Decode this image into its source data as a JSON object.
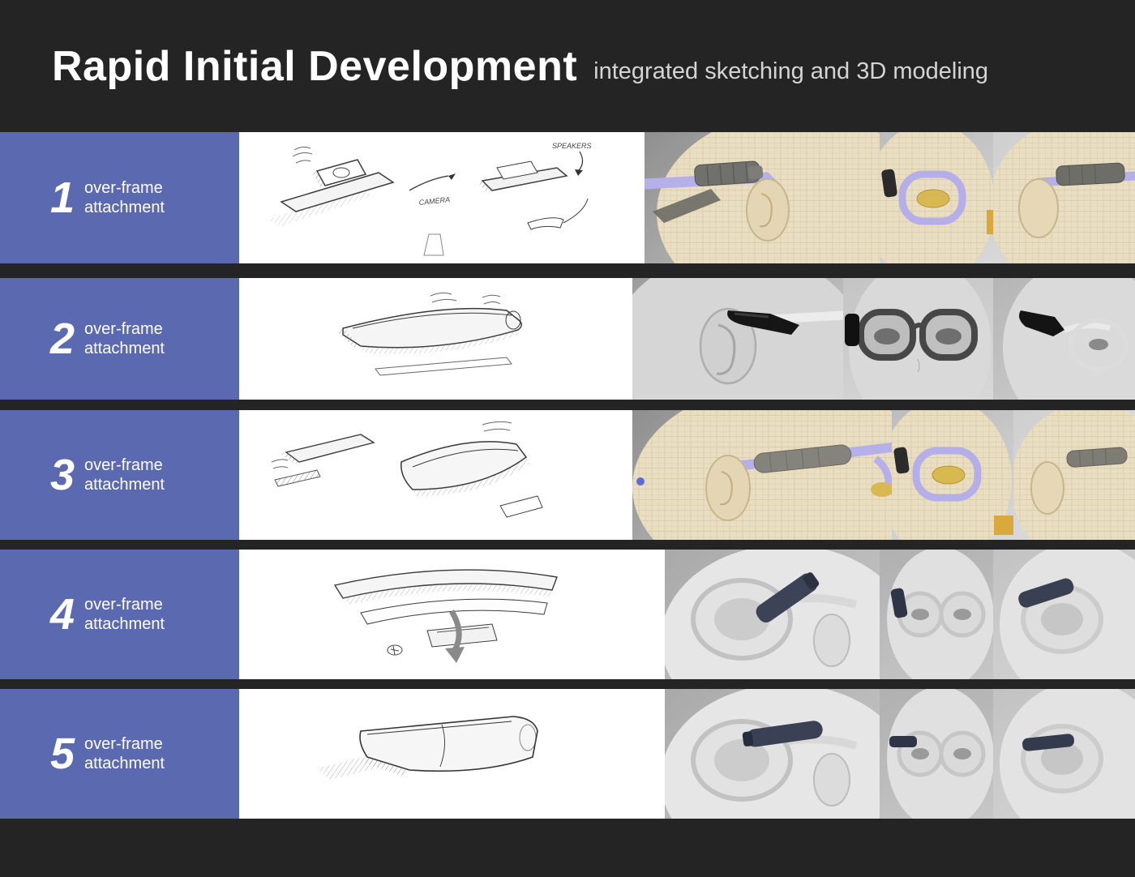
{
  "header": {
    "title": "Rapid Initial Development",
    "subtitle": "integrated sketching and 3D modeling"
  },
  "rows": [
    {
      "number": "1",
      "label_line1": "over-frame",
      "label_line2": "attachment",
      "annotations": {
        "speakers": "SPEAKERS",
        "camera": "CAMERA"
      }
    },
    {
      "number": "2",
      "label_line1": "over-frame",
      "label_line2": "attachment"
    },
    {
      "number": "3",
      "label_line1": "over-frame",
      "label_line2": "attachment"
    },
    {
      "number": "4",
      "label_line1": "over-frame",
      "label_line2": "attachment"
    },
    {
      "number": "5",
      "label_line1": "over-frame",
      "label_line2": "attachment"
    }
  ],
  "colors": {
    "background_dark": "#242424",
    "step_panel_blue": "#5b69b0",
    "sketch_white": "#ffffff",
    "glasses_frame_purple": "#b6b0ea",
    "head_cream": "#e9ddc2",
    "eye_yellow": "#d8b94f",
    "device_gray": "#70706c",
    "device_black": "#161616",
    "device_navy": "#3a4154"
  }
}
